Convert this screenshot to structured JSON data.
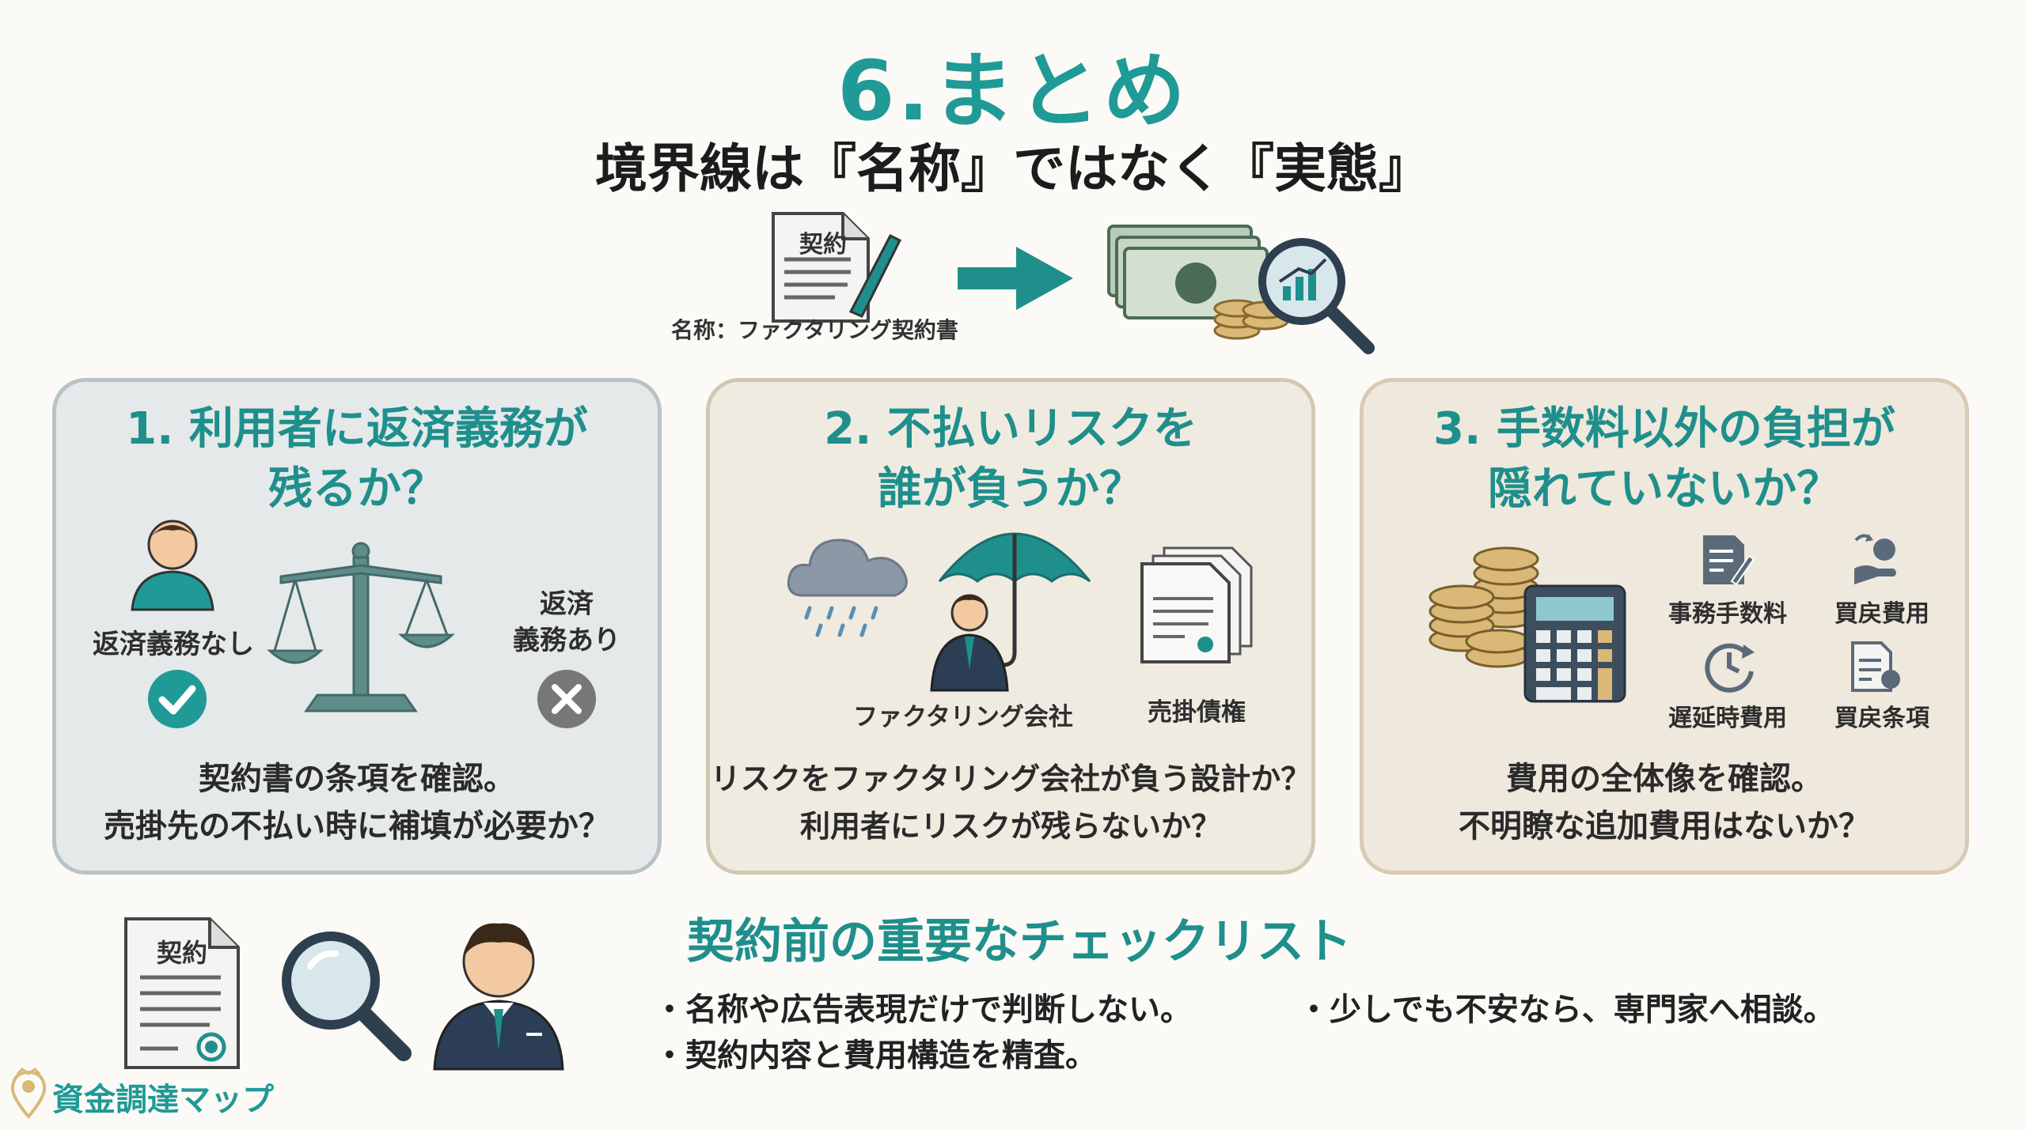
{
  "header": {
    "title": "6.まとめ",
    "subtitle": "境界線は『名称』ではなく『実態』"
  },
  "hero": {
    "contract_doc_text": "契約",
    "name_label": "名称：ファクタリング契約書"
  },
  "cards": [
    {
      "title_line1": "1. 利用者に返済義務が",
      "title_line2": "残るか？",
      "left_label": "返済義務なし",
      "right_label_line1": "返済",
      "right_label_line2": "義務あり",
      "body_line1": "契約書の条項を確認。",
      "body_line2": "売掛先の不払い時に補填が必要か？"
    },
    {
      "title_line1": "2. 不払いリスクを",
      "title_line2": "誰が負うか？",
      "company_label": "ファクタリング会社",
      "receivable_label": "売掛債権",
      "body_line1": "リスクをファクタリング会社が負う設計か？",
      "body_line2": "利用者にリスクが残らないか？"
    },
    {
      "title_line1": "3. 手数料以外の負担が",
      "title_line2": "隠れていないか？",
      "fees": [
        "事務手数料",
        "買戻費用",
        "遅延時費用",
        "買戻条項"
      ],
      "body_line1": "費用の全体像を確認。",
      "body_line2": "不明瞭な追加費用はないか？"
    }
  ],
  "checklist": {
    "doc_text": "契約",
    "heading": "契約前の重要なチェックリスト",
    "items": [
      "・名称や広告表現だけで判断しない。",
      "・少しでも不安なら、専門家へ相談。",
      "・契約内容と費用構造を精査。"
    ]
  },
  "brand": {
    "name": "資金調達マップ"
  },
  "colors": {
    "teal": "#1f9a96",
    "dark_teal": "#1f8f8c",
    "card1_bg": "#e5e9ea",
    "card2_bg": "#efebe1",
    "card3_bg": "#efe8dd"
  }
}
